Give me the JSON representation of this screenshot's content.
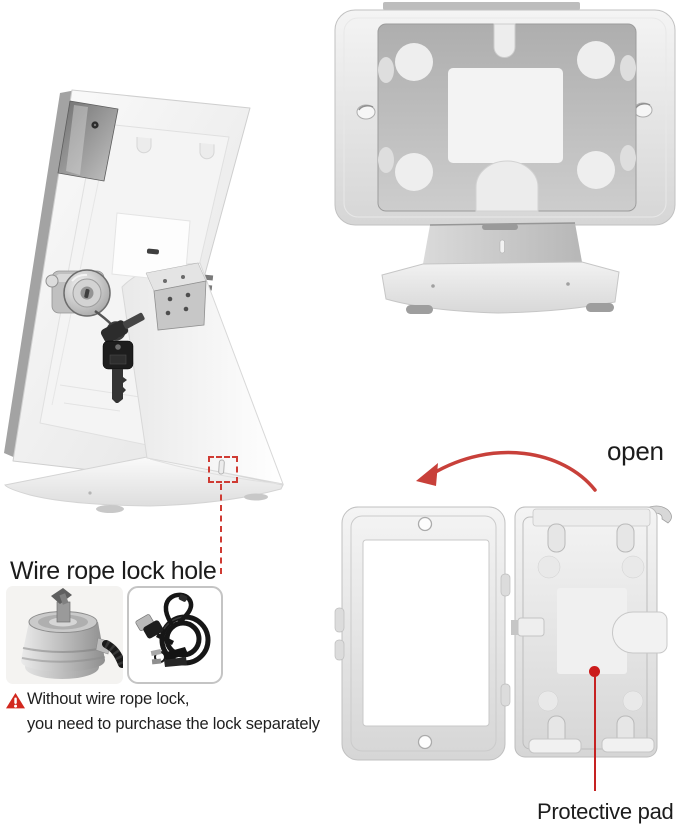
{
  "labels": {
    "open": "open",
    "protective_pad": "Protective pad",
    "wire_rope_lock_hole_title": "Wire rope lock hole",
    "warning_line1": "Without wire rope lock,",
    "warning_line2": "you need to purchase the lock separately"
  },
  "colors": {
    "background": "#ffffff",
    "text": "#1c1c1c",
    "accent_red": "#cf3b33",
    "leader_red": "#c62222",
    "warning_triangle_red": "#d2281e",
    "metal_light": "#ededed",
    "metal_mid": "#c9c9c9"
  },
  "icons": {
    "warning_icon": "red triangle with white exclamation mark",
    "open_arrow_icon": "curved red arrow pointing left",
    "lock_hole_marker_icon": "red dashed rectangle around lock hole",
    "lock_hole_leader_icon": "red dashed vertical leader line",
    "protective_pad_marker_icon": "red dot with solid vertical leader line"
  }
}
